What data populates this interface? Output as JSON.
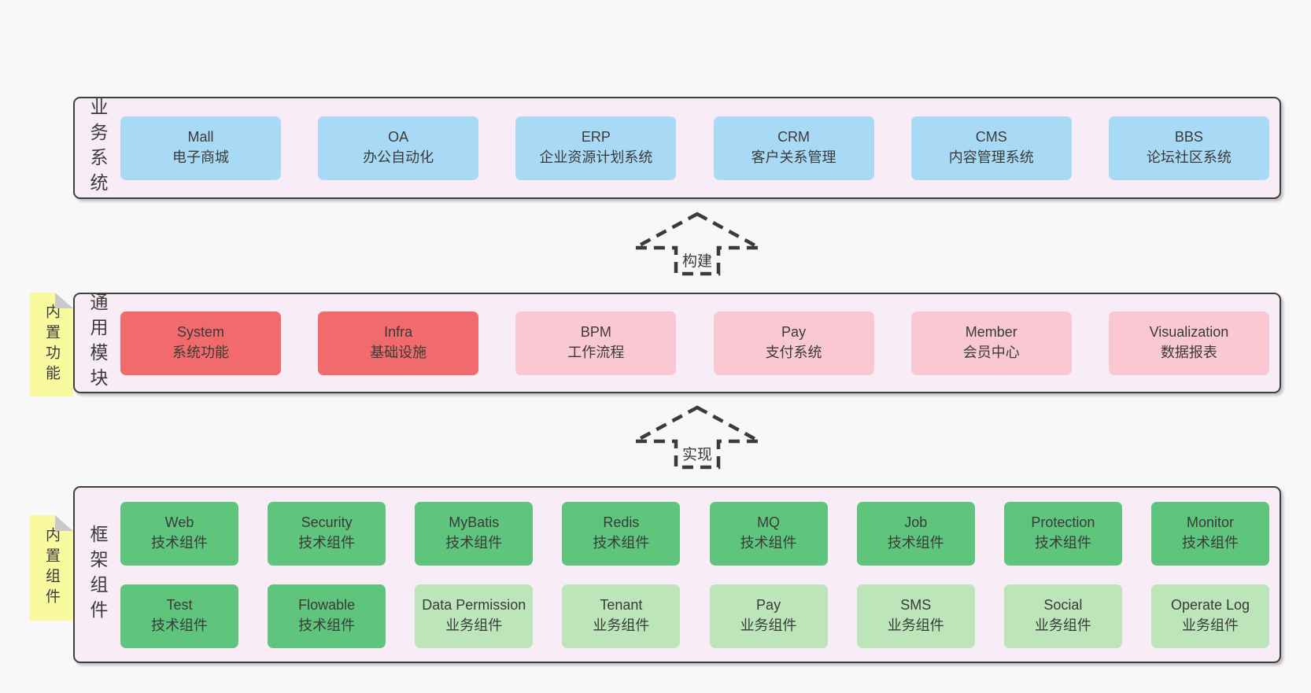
{
  "colors": {
    "background": "#f8f8f8",
    "panel_fill": "#f8edf6",
    "panel_border": "#3f3f3f",
    "blue": "#a9daf5",
    "red": "#f16a6c",
    "pink": "#f9c8d2",
    "green": "#5fc57d",
    "green_light": "#bce5ba",
    "sticky_yellow": "#f9f9a0",
    "text": "#3a3a3a"
  },
  "arrows": [
    {
      "label": "构建"
    },
    {
      "label": "实现"
    }
  ],
  "layers": [
    {
      "label": "业务系统",
      "note": null,
      "rows": [
        [
          {
            "name": "Mall",
            "desc": "电子商城",
            "style": "blue"
          },
          {
            "name": "OA",
            "desc": "办公自动化",
            "style": "blue"
          },
          {
            "name": "ERP",
            "desc": "企业资源计划系统",
            "style": "blue"
          },
          {
            "name": "CRM",
            "desc": "客户关系管理",
            "style": "blue"
          },
          {
            "name": "CMS",
            "desc": "内容管理系统",
            "style": "blue"
          },
          {
            "name": "BBS",
            "desc": "论坛社区系统",
            "style": "blue"
          }
        ]
      ]
    },
    {
      "label": "通用模块",
      "note": "内置功能",
      "rows": [
        [
          {
            "name": "System",
            "desc": "系统功能",
            "style": "red"
          },
          {
            "name": "Infra",
            "desc": "基础设施",
            "style": "red"
          },
          {
            "name": "BPM",
            "desc": "工作流程",
            "style": "pink"
          },
          {
            "name": "Pay",
            "desc": "支付系统",
            "style": "pink"
          },
          {
            "name": "Member",
            "desc": "会员中心",
            "style": "pink"
          },
          {
            "name": "Visualization",
            "desc": "数据报表",
            "style": "pink"
          }
        ]
      ]
    },
    {
      "label": "框架组件",
      "note": "内置组件",
      "rows": [
        [
          {
            "name": "Web",
            "desc": "技术组件",
            "style": "green"
          },
          {
            "name": "Security",
            "desc": "技术组件",
            "style": "green"
          },
          {
            "name": "MyBatis",
            "desc": "技术组件",
            "style": "green"
          },
          {
            "name": "Redis",
            "desc": "技术组件",
            "style": "green"
          },
          {
            "name": "MQ",
            "desc": "技术组件",
            "style": "green"
          },
          {
            "name": "Job",
            "desc": "技术组件",
            "style": "green"
          },
          {
            "name": "Protection",
            "desc": "技术组件",
            "style": "green"
          },
          {
            "name": "Monitor",
            "desc": "技术组件",
            "style": "green"
          }
        ],
        [
          {
            "name": "Test",
            "desc": "技术组件",
            "style": "green"
          },
          {
            "name": "Flowable",
            "desc": "技术组件",
            "style": "green"
          },
          {
            "name": "Data Permission",
            "desc": "业务组件",
            "style": "green-light"
          },
          {
            "name": "Tenant",
            "desc": "业务组件",
            "style": "green-light"
          },
          {
            "name": "Pay",
            "desc": "业务组件",
            "style": "green-light"
          },
          {
            "name": "SMS",
            "desc": "业务组件",
            "style": "green-light"
          },
          {
            "name": "Social",
            "desc": "业务组件",
            "style": "green-light"
          },
          {
            "name": "Operate Log",
            "desc": "业务组件",
            "style": "green-light"
          }
        ]
      ]
    }
  ]
}
